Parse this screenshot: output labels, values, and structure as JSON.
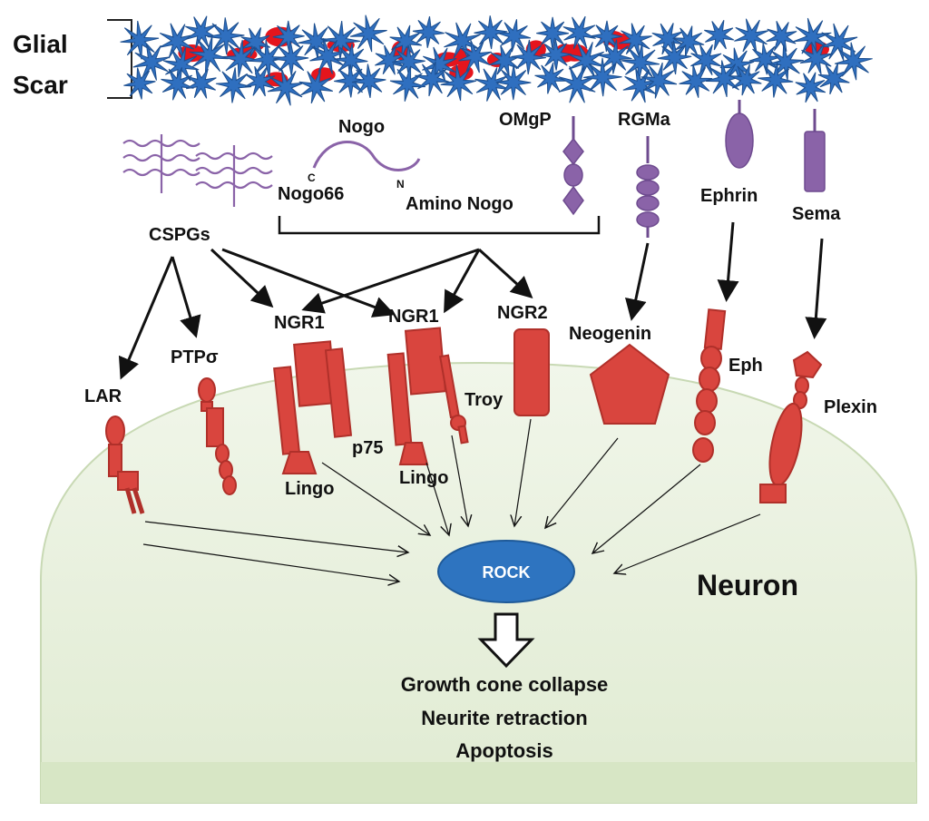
{
  "labels": {
    "glial_line1": "Glial",
    "glial_line2": "Scar",
    "cspgs": "CSPGs",
    "nogo": "Nogo",
    "nogo_c": "C",
    "nogo_n": "N",
    "nogo66": "Nogo66",
    "amino_nogo": "Amino Nogo",
    "omgp": "OMgP",
    "rgma": "RGMa",
    "ephrin": "Ephrin",
    "sema": "Sema",
    "lar": "LAR",
    "ptp": "PTPσ",
    "ngr1_a": "NGR1",
    "ngr1_b": "NGR1",
    "ngr2": "NGR2",
    "neogenin": "Neogenin",
    "eph": "Eph",
    "plexin": "Plexin",
    "p75": "p75",
    "lingo_a": "Lingo",
    "lingo_b": "Lingo",
    "troy": "Troy",
    "rock": "ROCK",
    "neuron": "Neuron",
    "outcome_1": "Growth  cone collapse",
    "outcome_2": "Neurite retraction",
    "outcome_3": "Apoptosis"
  },
  "colors": {
    "astrocyte": "#2f6fbf",
    "scar_red": "#e5151d",
    "receptor": "#d9453e",
    "ligand": "#8a63a8",
    "neuron_fill": "#e9f1df",
    "rock": "#2e74c0"
  }
}
